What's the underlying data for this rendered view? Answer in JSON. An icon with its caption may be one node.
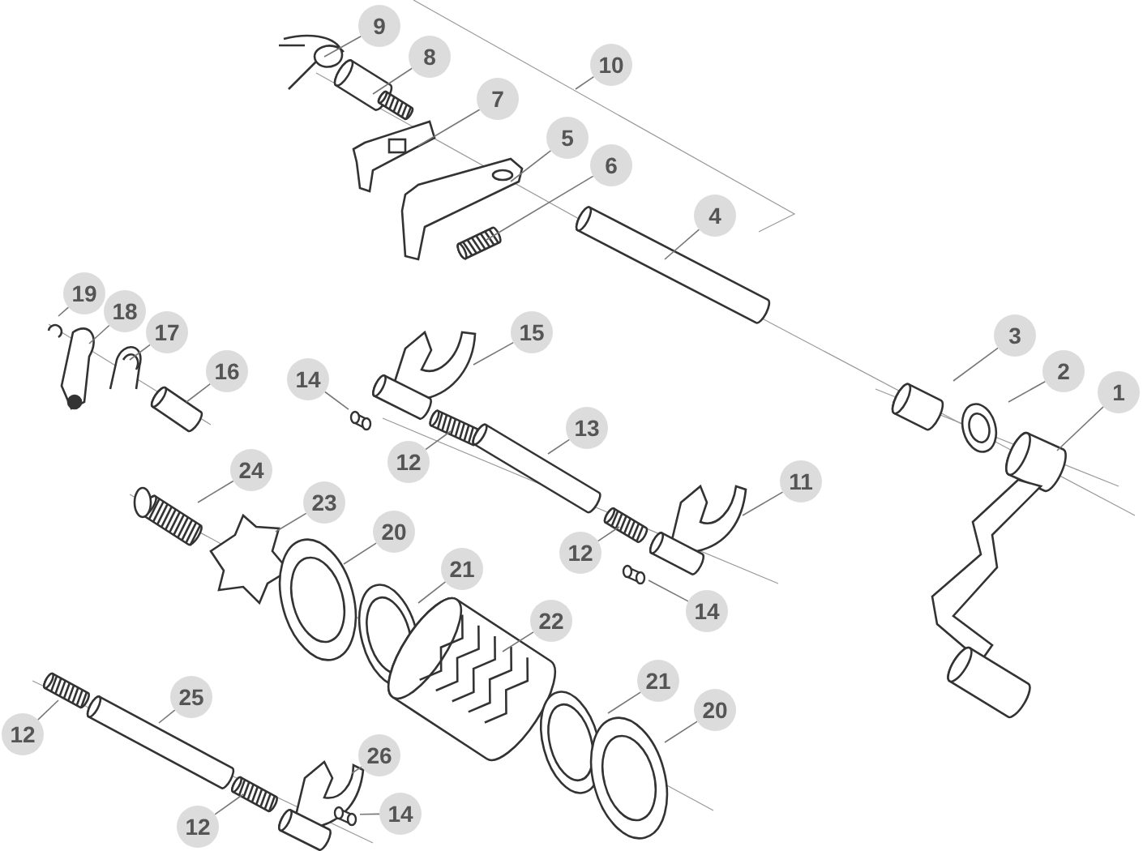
{
  "diagram": {
    "nodes": [
      {
        "text": [
          "9"
        ]
      },
      {
        "text": [
          "8"
        ]
      },
      {
        "text": [
          "10"
        ]
      },
      {
        "text": [
          "7"
        ]
      },
      {
        "text": [
          "5"
        ]
      },
      {
        "text": [
          "6"
        ]
      },
      {
        "text": [
          "4"
        ]
      },
      {
        "text": [
          "19"
        ]
      },
      {
        "text": [
          "18"
        ]
      },
      {
        "text": [
          "17"
        ]
      },
      {
        "text": [
          "15"
        ]
      },
      {
        "text": [
          "3"
        ]
      },
      {
        "text": [
          "16"
        ]
      },
      {
        "text": [
          "14"
        ]
      },
      {
        "text": [
          "2"
        ]
      },
      {
        "text": [
          "1"
        ]
      },
      {
        "text": [
          "13"
        ]
      },
      {
        "text": [
          "12"
        ]
      },
      {
        "text": [
          "24"
        ]
      },
      {
        "text": [
          "11"
        ]
      },
      {
        "text": [
          "23"
        ]
      },
      {
        "text": [
          "20"
        ]
      },
      {
        "text": [
          "12"
        ]
      },
      {
        "text": [
          "21"
        ]
      },
      {
        "text": [
          "14"
        ]
      },
      {
        "text": [
          "22"
        ]
      },
      {
        "text": [
          "21"
        ]
      },
      {
        "text": [
          "25"
        ]
      },
      {
        "text": [
          "20"
        ]
      },
      {
        "text": [
          "12"
        ]
      },
      {
        "text": [
          "26"
        ]
      },
      {
        "text": [
          "14"
        ]
      },
      {
        "text": [
          "12"
        ]
      },
      {
        "text": [],
        "shape": "cylinder"
      },
      {
        "text": [],
        "shape": "cylinder"
      },
      {
        "text": [],
        "shape": "cylinder"
      }
    ],
    "edges": [
      {
        "from": 0,
        "to": null,
        "arrow": "none"
      },
      {
        "from": 1,
        "to": null,
        "arrow": "none"
      },
      {
        "from": 2,
        "to": null,
        "arrow": "none"
      },
      {
        "from": 3,
        "to": null,
        "arrow": "none"
      },
      {
        "from": 4,
        "to": null,
        "arrow": "none"
      },
      {
        "from": 5,
        "to": null,
        "arrow": "none"
      },
      {
        "from": 6,
        "to": null,
        "arrow": "none"
      },
      {
        "from": 7,
        "to": null,
        "arrow": "none"
      },
      {
        "from": 8,
        "to": null,
        "arrow": "none"
      },
      {
        "from": 9,
        "to": null,
        "arrow": "none"
      },
      {
        "from": 10,
        "to": null,
        "arrow": "none"
      },
      {
        "from": 11,
        "to": null,
        "arrow": "none"
      },
      {
        "from": 12,
        "to": null,
        "arrow": "none"
      },
      {
        "from": 13,
        "to": 33,
        "arrow": "none"
      },
      {
        "from": 14,
        "to": null,
        "arrow": "none"
      },
      {
        "from": 15,
        "to": null,
        "arrow": "none"
      },
      {
        "from": 16,
        "to": null,
        "arrow": "none"
      },
      {
        "from": 17,
        "to": null,
        "arrow": "none"
      },
      {
        "from": 18,
        "to": null,
        "arrow": "none"
      },
      {
        "from": 19,
        "to": null,
        "arrow": "none"
      },
      {
        "from": 20,
        "to": null,
        "arrow": "none"
      },
      {
        "from": 21,
        "to": null,
        "arrow": "none"
      },
      {
        "from": 22,
        "to": null,
        "arrow": "none"
      },
      {
        "from": 23,
        "to": null,
        "arrow": "none"
      },
      {
        "from": 24,
        "to": 34,
        "arrow": "none"
      },
      {
        "from": 25,
        "to": null,
        "arrow": "none"
      },
      {
        "from": 26,
        "to": null,
        "arrow": "none"
      },
      {
        "from": 27,
        "to": null,
        "arrow": "none"
      },
      {
        "from": 28,
        "to": null,
        "arrow": "none"
      },
      {
        "from": 29,
        "to": null,
        "arrow": "none"
      },
      {
        "from": 30,
        "to": null,
        "arrow": "none"
      },
      {
        "from": 31,
        "to": 35,
        "arrow": "none"
      },
      {
        "from": 32,
        "to": null,
        "arrow": "none"
      }
    ]
  }
}
